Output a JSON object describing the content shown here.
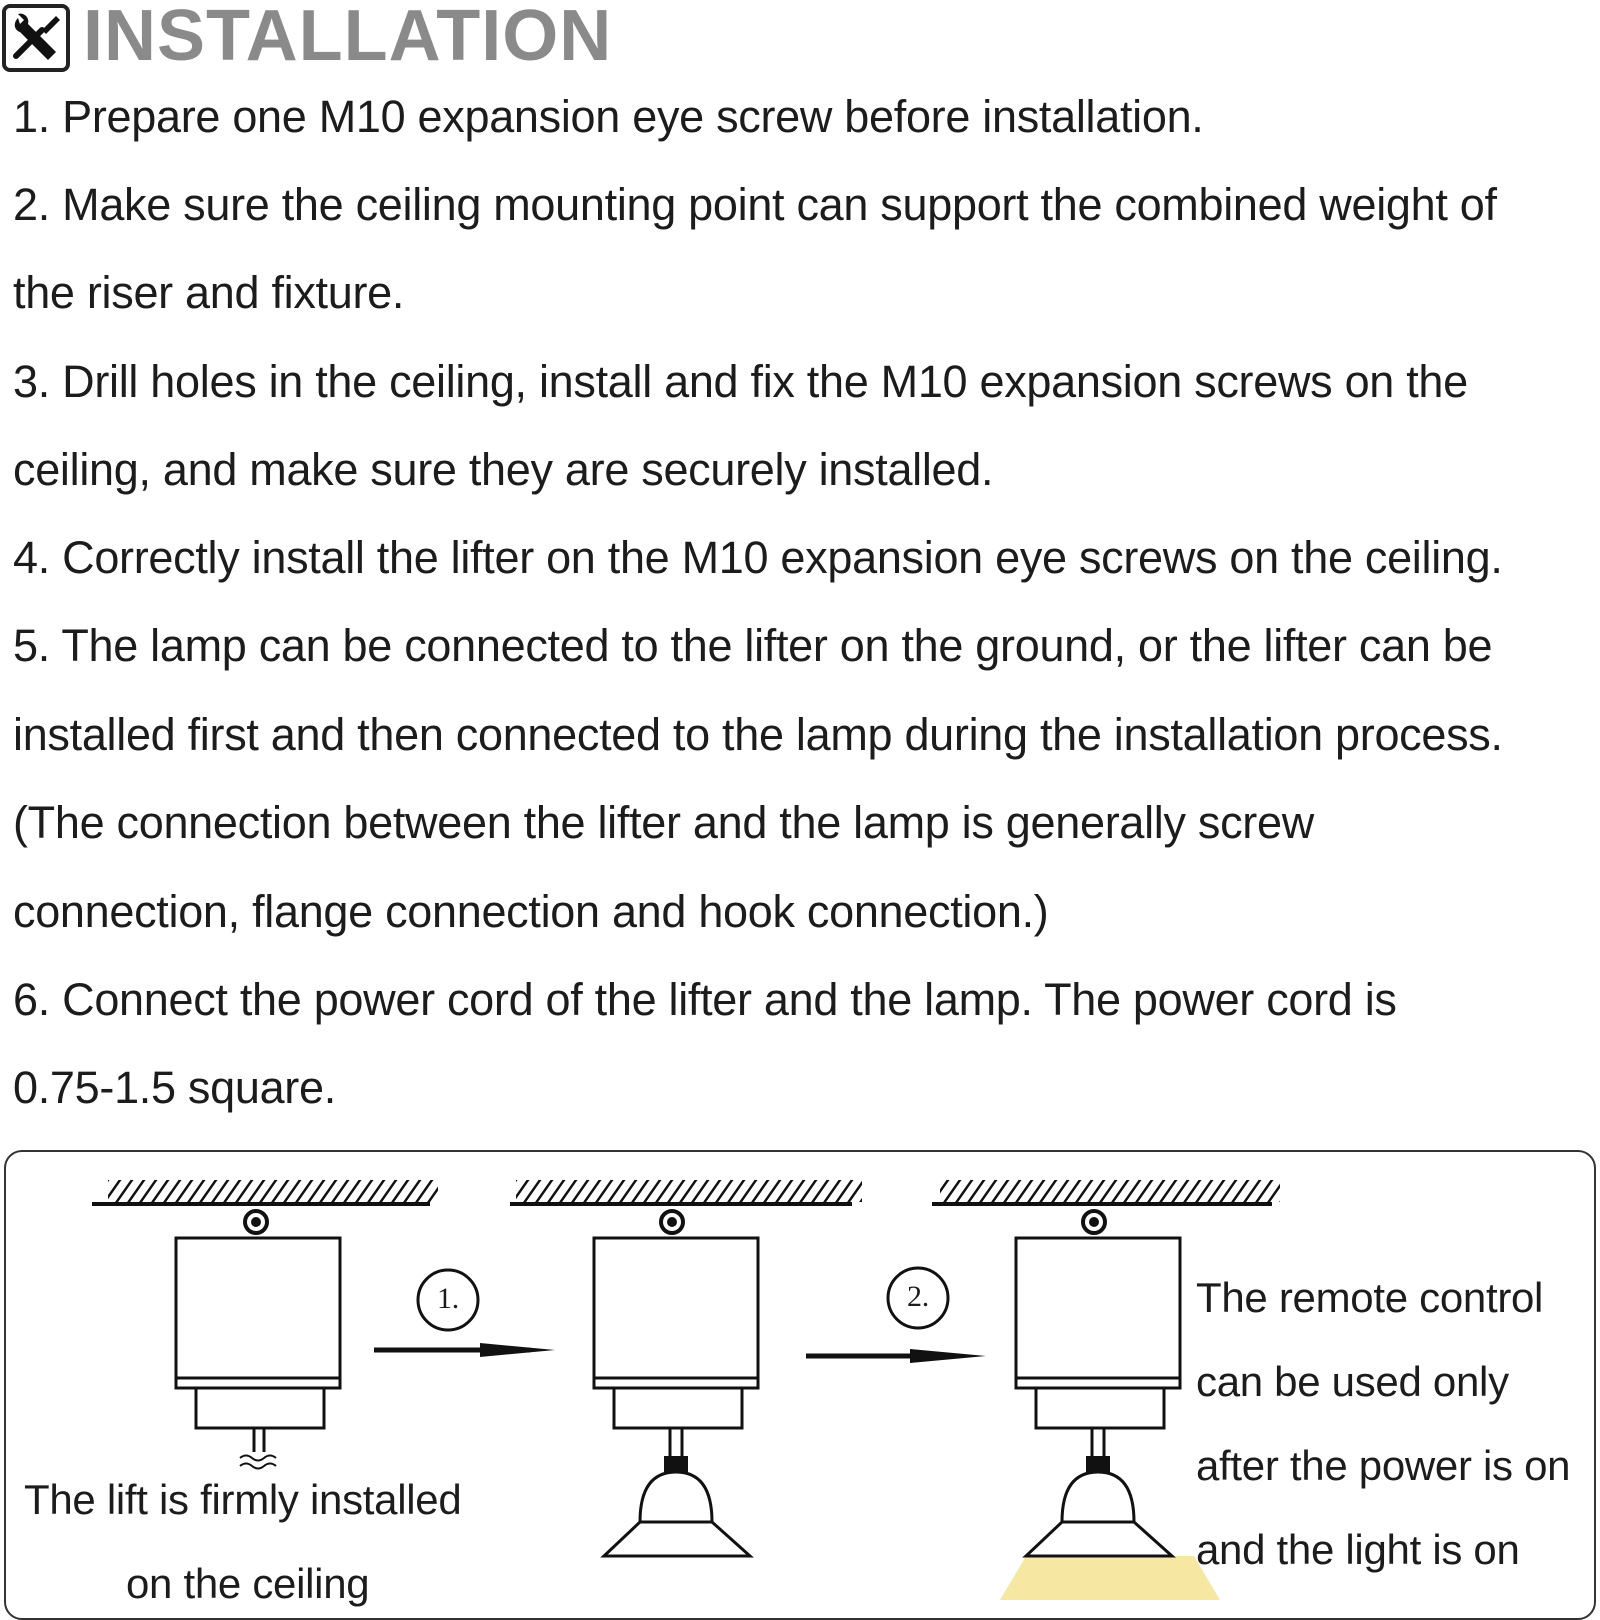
{
  "header": {
    "icon": "wrench-screwdriver-icon",
    "title": "INSTALLATION"
  },
  "steps": {
    "lines": [
      "1. Prepare one M10 expansion eye screw before installation.",
      "2. Make sure the ceiling mounting point can support the combined weight of",
      "the riser and fixture.",
      "3. Drill holes in the ceiling, install and fix the M10 expansion screws on the",
      "ceiling, and make sure they are securely installed.",
      "4. Correctly install the lifter on the M10 expansion eye screws on the ceiling.",
      "5. The lamp can be connected to the lifter on the ground, or the lifter can be",
      "installed first and then connected to the lamp during the installation process.",
      "(The connection between the lifter and the lamp is generally screw",
      "connection, flange connection and hook connection.)",
      "6. Connect the power cord of the lifter and the lamp. The power cord is",
      "0.75-1.5 square."
    ]
  },
  "diagram": {
    "step_markers": [
      "1.",
      "2."
    ],
    "caption_left": [
      "The lift is firmly installed",
      "on the ceiling"
    ],
    "caption_right": [
      "The remote control",
      "can be used only",
      "after the power is on",
      "and the light is on"
    ],
    "light_color": "#f6e7a3"
  }
}
